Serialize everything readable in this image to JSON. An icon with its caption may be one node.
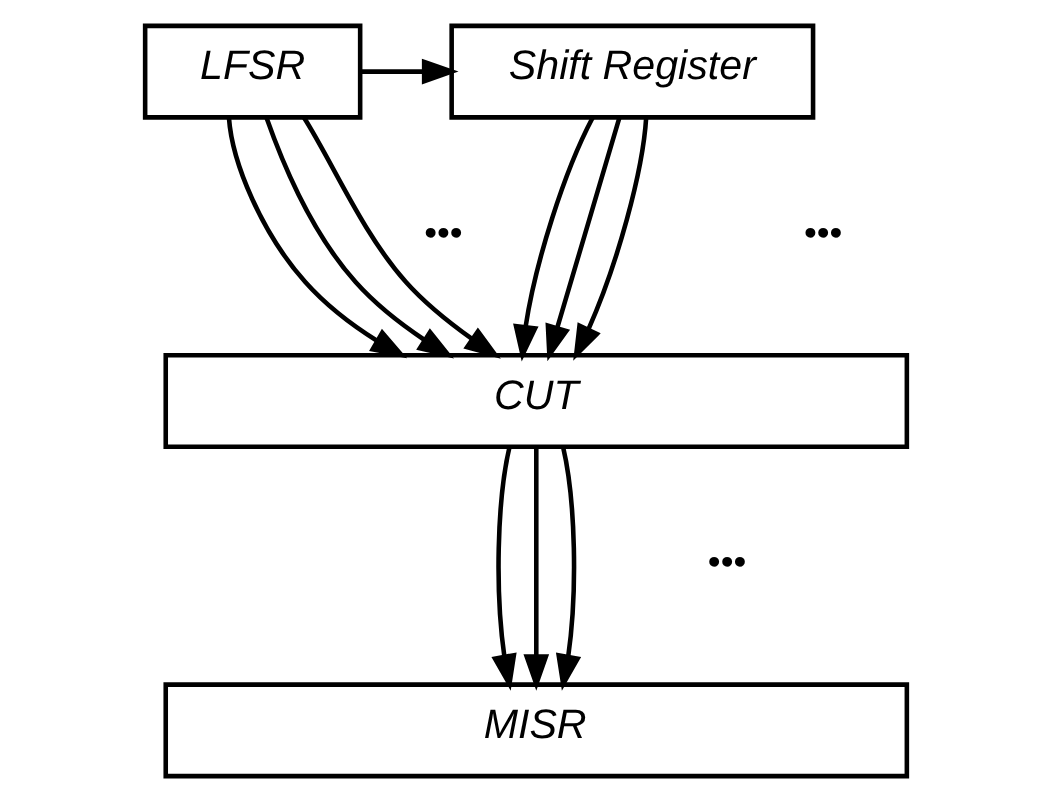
{
  "diagram": {
    "nodes": [
      {
        "text": [
          "LFSR"
        ]
      },
      {
        "text": [
          "Shift Register"
        ]
      },
      {
        "text": [
          "CUT"
        ]
      },
      {
        "text": [
          "MISR"
        ]
      }
    ],
    "edges": [
      {
        "from": 0,
        "to": 1,
        "arrow": "to"
      },
      {
        "from": 0,
        "to": 2,
        "arrow": "to"
      },
      {
        "from": 0,
        "to": 2,
        "arrow": "to"
      },
      {
        "from": 0,
        "to": 2,
        "arrow": "to"
      },
      {
        "from": 1,
        "to": 2,
        "arrow": "to"
      },
      {
        "from": 1,
        "to": 2,
        "arrow": "to"
      },
      {
        "from": 1,
        "to": 2,
        "arrow": "to"
      },
      {
        "from": 2,
        "to": 3,
        "arrow": "to"
      },
      {
        "from": 2,
        "to": 3,
        "arrow": "to"
      },
      {
        "from": 2,
        "to": 3,
        "arrow": "to"
      }
    ],
    "labels": [
      "•••",
      "•••",
      "•••"
    ]
  }
}
